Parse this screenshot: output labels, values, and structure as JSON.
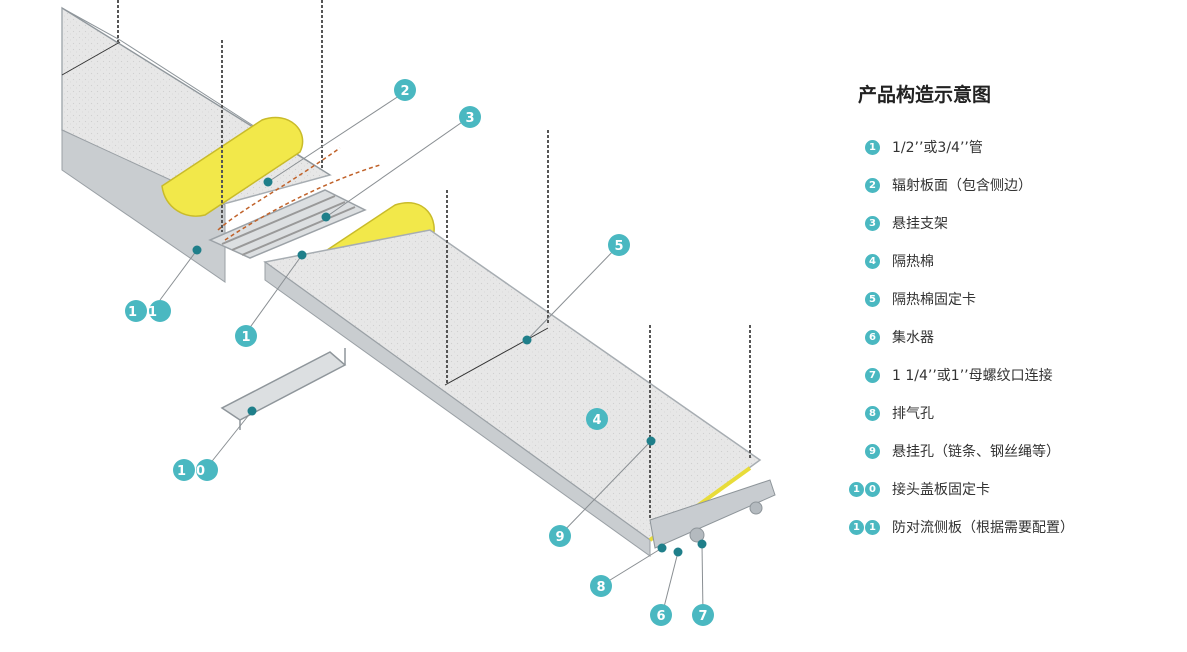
{
  "legend": {
    "title": "产品构造示意图",
    "items": [
      {
        "num": "1",
        "label": "1/2’’或3/4’’管"
      },
      {
        "num": "2",
        "label": "辐射板面（包含侧边）"
      },
      {
        "num": "3",
        "label": "悬挂支架"
      },
      {
        "num": "4",
        "label": "隔热棉"
      },
      {
        "num": "5",
        "label": "隔热棉固定卡"
      },
      {
        "num": "6",
        "label": "集水器"
      },
      {
        "num": "7",
        "label": "1 1/4’’或1’’母螺纹口连接"
      },
      {
        "num": "8",
        "label": "排气孔"
      },
      {
        "num": "9",
        "label": "悬挂孔（链条、钢丝绳等）"
      },
      {
        "num": "10",
        "label": "接头盖板固定卡"
      },
      {
        "num": "11",
        "label": "防对流侧板（根据需要配置）"
      }
    ]
  },
  "callouts": [
    {
      "num": "2"
    },
    {
      "num": "3"
    },
    {
      "num": "5"
    },
    {
      "num": "11"
    },
    {
      "num": "1"
    },
    {
      "num": "10"
    },
    {
      "num": "4"
    },
    {
      "num": "9"
    },
    {
      "num": "8"
    },
    {
      "num": "6"
    },
    {
      "num": "7"
    }
  ],
  "colors": {
    "accent": "#4ab8c1",
    "panel": "#e6e6e6",
    "frame": "#b9bec2",
    "insulation": "#f2e84a",
    "leader_dot": "#1f7f8a"
  }
}
